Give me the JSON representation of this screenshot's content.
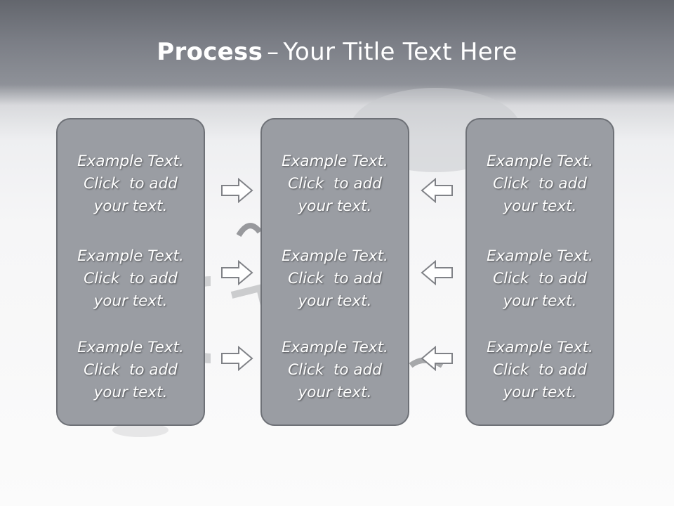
{
  "title": {
    "bold": "Process",
    "separator": "–",
    "rest": "Your Title Text Here"
  },
  "panels": [
    {
      "blocks": [
        {
          "line1": "Example Text.",
          "line2": "Click  to add",
          "line3": "your text."
        },
        {
          "line1": "Example Text.",
          "line2": "Click  to add",
          "line3": "your text."
        },
        {
          "line1": "Example Text.",
          "line2": "Click  to add",
          "line3": "your text."
        }
      ]
    },
    {
      "blocks": [
        {
          "line1": "Example Text.",
          "line2": "Click  to add",
          "line3": "your text."
        },
        {
          "line1": "Example Text.",
          "line2": "Click  to add",
          "line3": "your text."
        },
        {
          "line1": "Example Text.",
          "line2": "Click  to add",
          "line3": "your text."
        }
      ]
    },
    {
      "blocks": [
        {
          "line1": "Example Text.",
          "line2": "Click  to add",
          "line3": "your text."
        },
        {
          "line1": "Example Text.",
          "line2": "Click  to add",
          "line3": "your text."
        },
        {
          "line1": "Example Text.",
          "line2": "Click  to add",
          "line3": "your text."
        }
      ]
    }
  ],
  "arrows": {
    "left_column": "right-arrow-icon",
    "right_column": "left-arrow-icon"
  },
  "colors": {
    "panel_fill": "#9a9da3",
    "panel_border": "#6e7177",
    "title_text": "#ffffff",
    "arrow_fill": "#ffffff",
    "arrow_stroke": "#808287"
  }
}
